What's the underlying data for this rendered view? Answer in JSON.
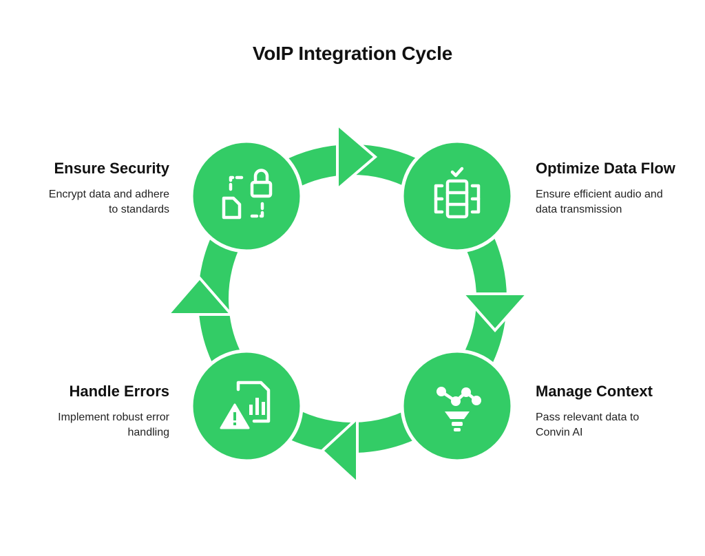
{
  "title": "VoIP Integration Cycle",
  "colors": {
    "accent": "#33cc66",
    "icon": "#ffffff",
    "text": "#111111"
  },
  "steps": [
    {
      "id": "security",
      "title": "Ensure Security",
      "description_lines": [
        "Encrypt data and adhere",
        "to standards"
      ],
      "icon": "secure-document-lock-icon"
    },
    {
      "id": "data-flow",
      "title": "Optimize Data Flow",
      "description_lines": [
        "Ensure efficient audio and",
        "data transmission"
      ],
      "icon": "data-server-check-icon"
    },
    {
      "id": "context",
      "title": "Manage Context",
      "description_lines": [
        "Pass relevant data to",
        "Convin AI"
      ],
      "icon": "data-funnel-icon"
    },
    {
      "id": "errors",
      "title": "Handle Errors",
      "description_lines": [
        "Implement robust error",
        "handling"
      ],
      "icon": "error-report-warning-icon"
    }
  ]
}
